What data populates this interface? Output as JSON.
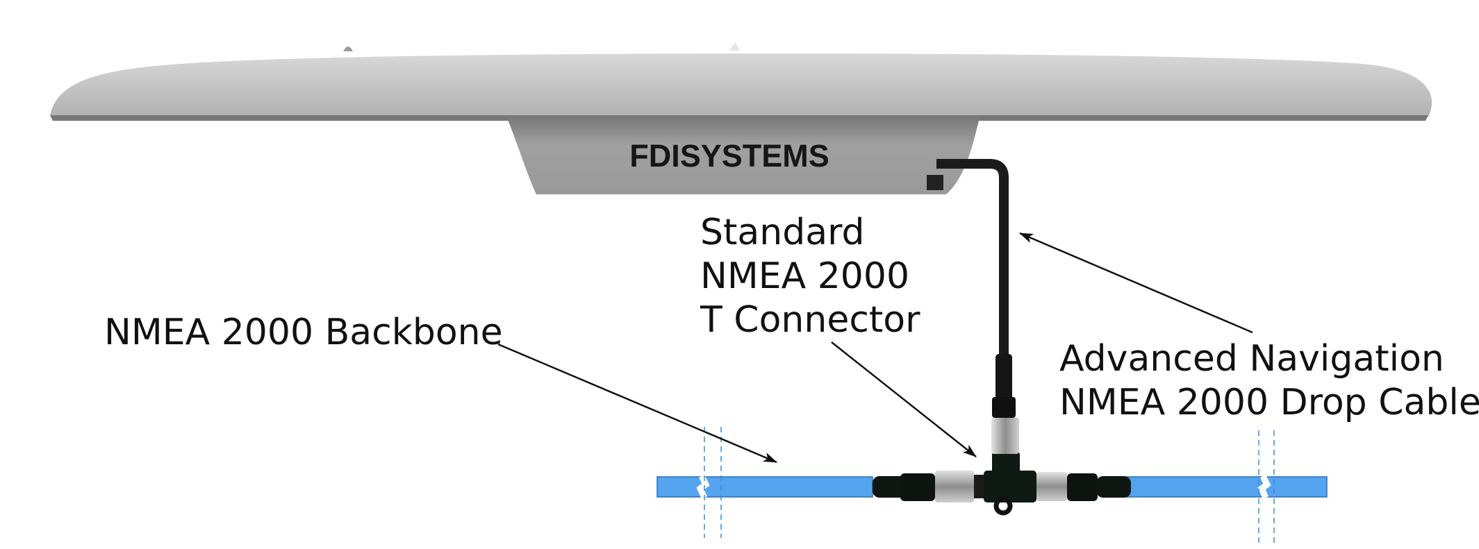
{
  "brand": {
    "text": "FDISYSTEMS"
  },
  "labels": {
    "backbone": "NMEA 2000 Backbone",
    "t_connector": [
      "Standard",
      "NMEA 2000",
      "T Connector"
    ],
    "drop_cable": [
      "Advanced Navigation",
      "NMEA 2000 Drop Cable"
    ]
  },
  "colors": {
    "dome_top": "#c8c8c8",
    "dome_body": "#a3a3a3",
    "dome_shadow": "#6e6e6e",
    "cable": "#1b1b1b",
    "backbone": "#55a4f0",
    "backbone_break": "#3a8ad8",
    "connector_metal": "#a9a9a9",
    "connector_body": "#0f1a14"
  }
}
